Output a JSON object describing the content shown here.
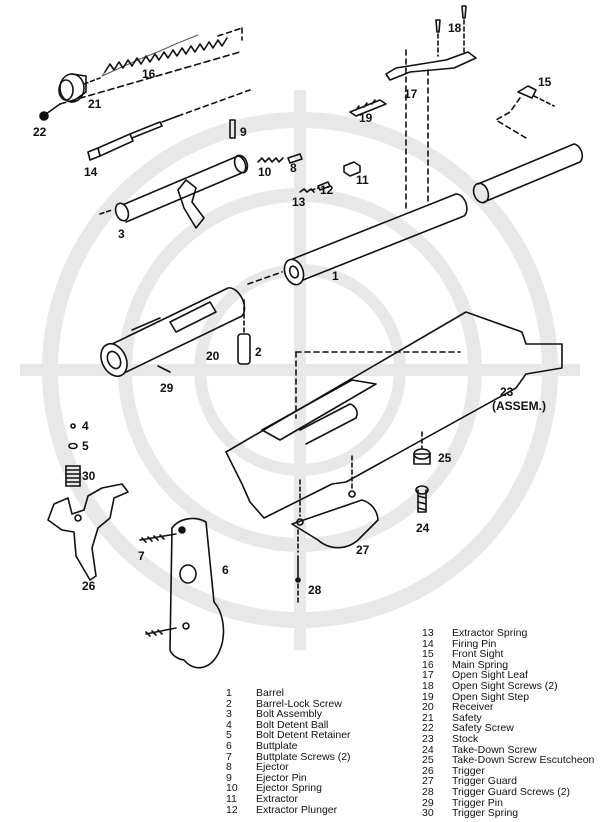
{
  "parts": [
    {
      "num": "1",
      "name": "Barrel"
    },
    {
      "num": "2",
      "name": "Barrel-Lock Screw"
    },
    {
      "num": "3",
      "name": "Bolt Assembly"
    },
    {
      "num": "4",
      "name": "Bolt Detent Ball"
    },
    {
      "num": "5",
      "name": "Bolt Detent Retainer"
    },
    {
      "num": "6",
      "name": "Buttplate"
    },
    {
      "num": "7",
      "name": "Buttplate Screws (2)"
    },
    {
      "num": "8",
      "name": "Ejector"
    },
    {
      "num": "9",
      "name": "Ejector Pin"
    },
    {
      "num": "10",
      "name": "Ejector Spring"
    },
    {
      "num": "11",
      "name": "Extractor"
    },
    {
      "num": "12",
      "name": "Extractor Plunger"
    },
    {
      "num": "13",
      "name": "Extractor Spring"
    },
    {
      "num": "14",
      "name": "Firing Pin"
    },
    {
      "num": "15",
      "name": "Front Sight"
    },
    {
      "num": "16",
      "name": "Main Spring"
    },
    {
      "num": "17",
      "name": "Open Sight Leaf"
    },
    {
      "num": "18",
      "name": "Open Sight Screws (2)"
    },
    {
      "num": "19",
      "name": "Open Sight Step"
    },
    {
      "num": "20",
      "name": "Receiver"
    },
    {
      "num": "21",
      "name": "Safety"
    },
    {
      "num": "22",
      "name": "Safety Screw"
    },
    {
      "num": "23",
      "name": "Stock"
    },
    {
      "num": "24",
      "name": "Take-Down Screw"
    },
    {
      "num": "25",
      "name": "Take-Down Screw Escutcheon"
    },
    {
      "num": "26",
      "name": "Trigger"
    },
    {
      "num": "27",
      "name": "Trigger Guard"
    },
    {
      "num": "28",
      "name": "Trigger Guard Screws (2)"
    },
    {
      "num": "29",
      "name": "Trigger Pin"
    },
    {
      "num": "30",
      "name": "Trigger Spring"
    }
  ],
  "stock_assembly_note": "(ASSEM.)",
  "colors": {
    "ink": "#111111",
    "watermark": "#e6e6e6"
  }
}
